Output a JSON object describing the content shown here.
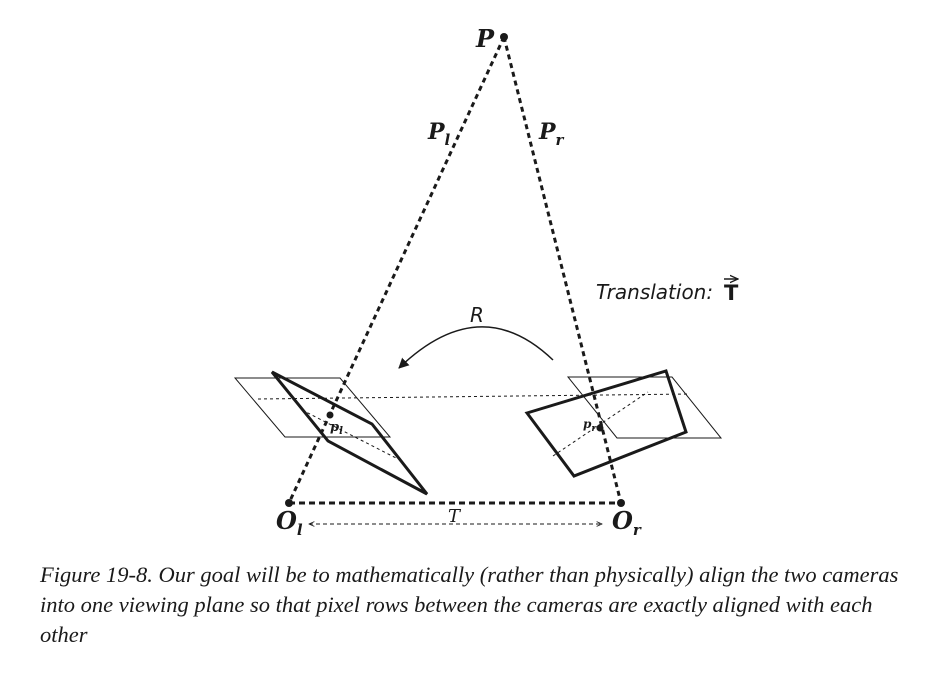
{
  "diagram": {
    "point_label": "P",
    "left_ray_label": {
      "base": "P",
      "sub": "l"
    },
    "right_ray_label": {
      "base": "P",
      "sub": "r"
    },
    "translation_label": "Translation:",
    "translation_symbol": "T",
    "rotation_label": "R",
    "left_image_point": {
      "base": "p",
      "sub": "l"
    },
    "right_image_point": {
      "base": "p",
      "sub": "r"
    },
    "left_center": {
      "base": "O",
      "sub": "l"
    },
    "right_center": {
      "base": "O",
      "sub": "r"
    },
    "baseline_label": "T"
  },
  "caption": "Figure 19-8. Our goal will be to mathematically (rather than physically) align the two cameras into one viewing plane so that pixel rows between the cameras are exactly aligned with each other"
}
